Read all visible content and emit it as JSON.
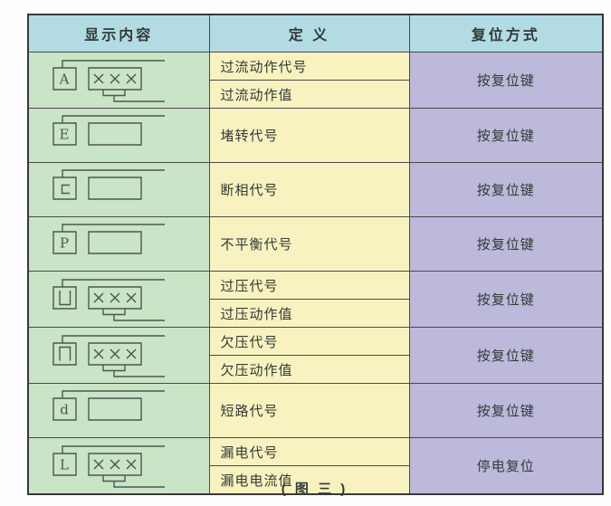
{
  "colors": {
    "header_bg": "#b3dbe4",
    "display_col_bg": "#c9e4c6",
    "definition_col_bg": "#f7f2c0",
    "reset_col_bg": "#bcb9db",
    "border": "#4a4a4a",
    "border_strong": "#383838",
    "text": "#333a36",
    "diagram_stroke": "#4d574f"
  },
  "table": {
    "headers": [
      "显示内容",
      "定 义",
      "复位方式"
    ],
    "display_value": "×××",
    "rows": [
      {
        "code": "A",
        "shows_value": true,
        "definitions": [
          "过流动作代号",
          "过流动作值"
        ],
        "reset": "按复位键"
      },
      {
        "code": "E",
        "shows_value": false,
        "definitions": [
          "堵转代号"
        ],
        "reset": "按复位键"
      },
      {
        "code": "⊏",
        "shows_value": false,
        "definitions": [
          "断相代号"
        ],
        "reset": "按复位键"
      },
      {
        "code": "P",
        "shows_value": false,
        "definitions": [
          "不平衡代号"
        ],
        "reset": "按复位键"
      },
      {
        "code": "凵",
        "shows_value": true,
        "definitions": [
          "过压代号",
          "过压动作值"
        ],
        "reset": "按复位键"
      },
      {
        "code": "冂",
        "shows_value": true,
        "definitions": [
          "欠压代号",
          "欠压动作值"
        ],
        "reset": "按复位键"
      },
      {
        "code": "d",
        "shows_value": false,
        "definitions": [
          "短路代号"
        ],
        "reset": "按复位键"
      },
      {
        "code": "L",
        "shows_value": true,
        "definitions": [
          "漏电代号",
          "漏电电流值"
        ],
        "reset": "停电复位"
      }
    ]
  },
  "caption": "( 图 三 )"
}
